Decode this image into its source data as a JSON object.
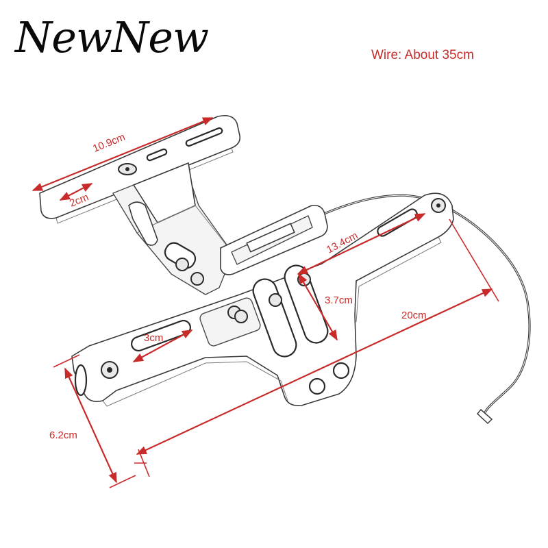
{
  "brand": {
    "name": "NewNew"
  },
  "wire_note": "Wire: About 35cm",
  "dimensions": {
    "top_width": "10.9cm",
    "top_slot": "2cm",
    "arm_length": "13.4cm",
    "slot_length": "3.7cm",
    "total_length": "20cm",
    "short_slot": "3cm",
    "height": "6.2cm"
  },
  "colors": {
    "dimension": "#c92a2a",
    "outline": "#3a3a3a",
    "background": "#ffffff"
  }
}
